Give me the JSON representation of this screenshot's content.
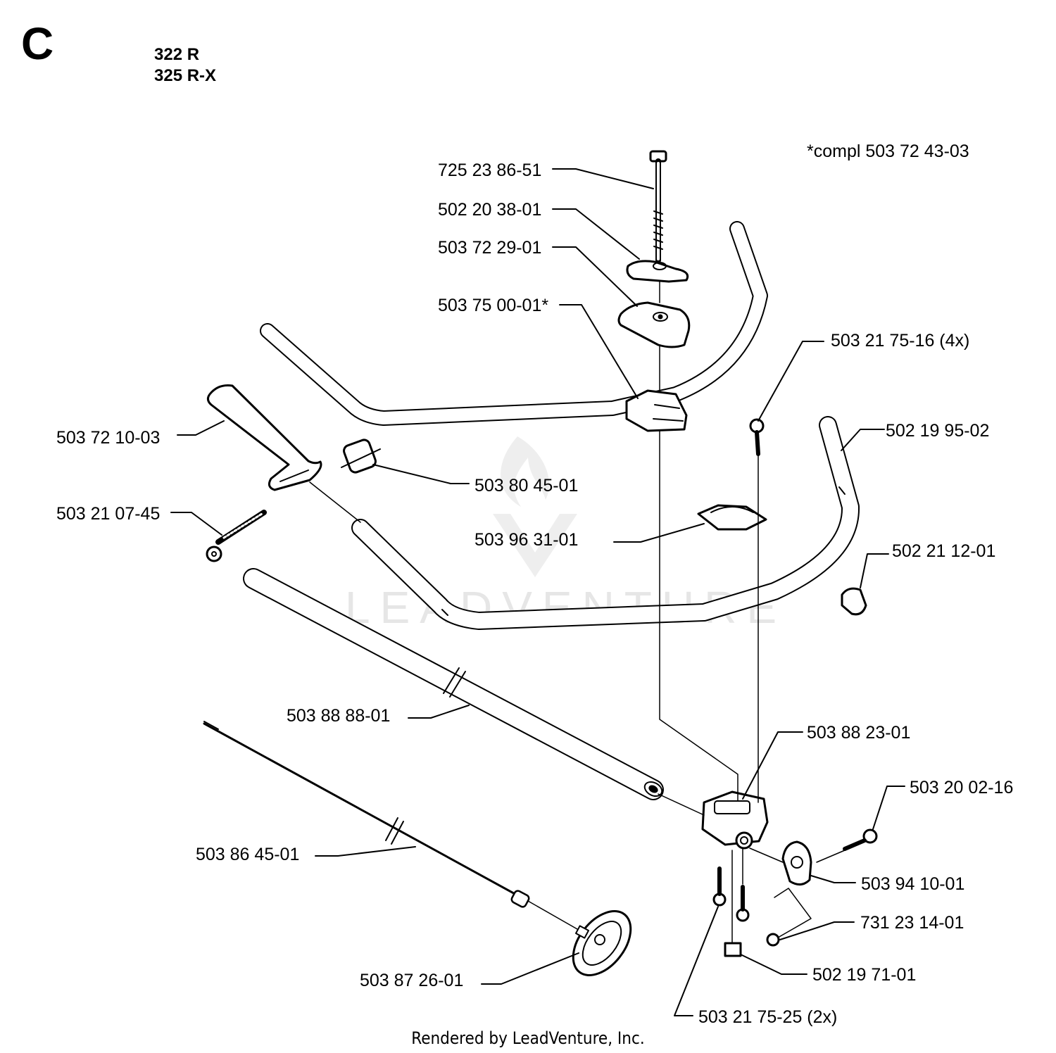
{
  "header": {
    "section_letter": "C",
    "models": [
      "322 R",
      "325 R-X"
    ]
  },
  "note": "*compl 503 72 43-03",
  "footer": "Rendered by LeadVenture, Inc.",
  "watermark": "LEADVENTURE",
  "parts": [
    "725 23 86-51",
    "502 20 38-01",
    "503 72 29-01",
    "503 75 00-01*",
    "503 21 75-16 (4x)",
    "502 19 95-02",
    "503 72 10-03",
    "503 80 45-01",
    "503 21 07-45",
    "503 96 31-01",
    "502 21 12-01",
    "503 88 88-01",
    "503 88 23-01",
    "503 20 02-16",
    "503 86 45-01",
    "503 94 10-01",
    "731 23 14-01",
    "503 87 26-01",
    "502 19 71-01",
    "503 21 75-25 (2x)"
  ]
}
